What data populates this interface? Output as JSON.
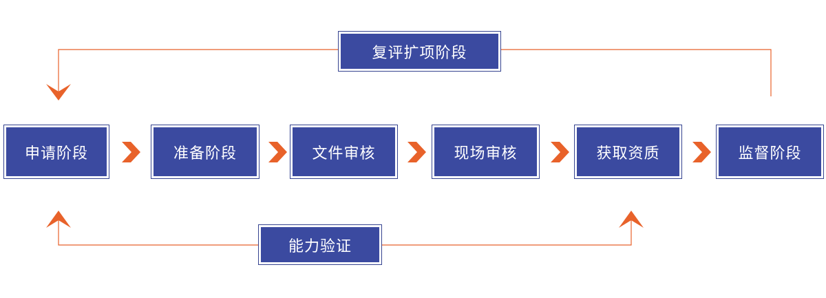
{
  "stages": [
    {
      "label": "申请阶段"
    },
    {
      "label": "准备阶段"
    },
    {
      "label": "文件审核"
    },
    {
      "label": "现场审核"
    },
    {
      "label": "获取资质"
    },
    {
      "label": "监督阶段"
    }
  ],
  "loops": {
    "review": {
      "label": "复评扩项阶段"
    },
    "capability": {
      "label": "能力验证"
    }
  },
  "colors": {
    "box_fill": "#3b4aa0",
    "box_border": "#34428f",
    "connector": "#e8622a",
    "text": "#ffffff"
  },
  "icons": {
    "flow_arrow": "chevron-right-icon"
  }
}
